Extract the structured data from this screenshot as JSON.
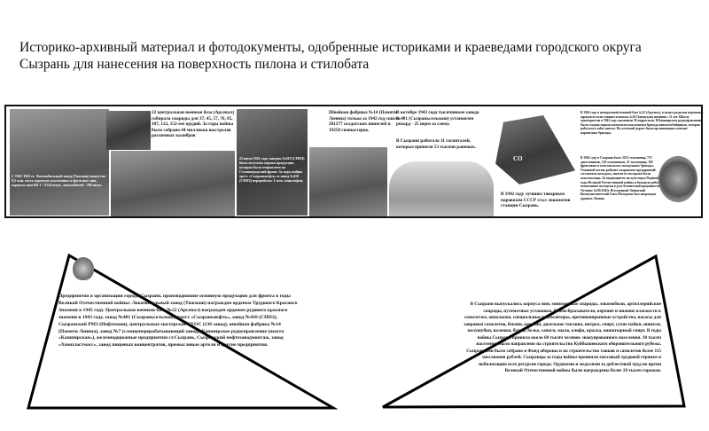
{
  "title": "Историко-архивный материал и фотодокументы, одобренные историками и краеведами городского округа Сызрань для нанесения на поверхность пилона и стилобата",
  "banner": {
    "cap_lokomobil": "С 1941-1945 гг. Локомобильный завод (Тяжмаш) выпустил 9,5 млн. штук корпусов осколочных и фугасных мин, корпусы мин КБ-1 - 8124 штук, локомобилей - 260 штук.",
    "cap_arsenal": "22 центральная военная база (Арсенал) собирала снаряды для 37, 45, 57, 76, 85, 107, 122, 152-мм орудий. За годы войны было собрано 44 миллиона выстрелов различных калибров",
    "cap_zavod418": "22 июля 1941 года заводом №418 (СНПЗ) была получена первая продукция, которая была отправлена на Сталинградский фронт. За годы войны трест «Сызраньнефть» и завод №418 (СНПЗ) переработал 1 млн. тонн нефти.",
    "cap_fabrika14": "Швейная фабрика №14 (Памяти Ленина) только за 1942 год сшила 201277 солдатских шинелей и 19258 гимнастерок.",
    "cap_zavod481": "В октябре 1943 года тысячником завода №481 (Сызраньсельмаш) установлен рекорд - 25 норм за смену.",
    "cap_hospitals": "В Сызрани работало 11 госпиталей, которые приняли 53 тысячи раненых.",
    "locomotive_marking": "СО",
    "cap_locomotive": "В 1942 году лучшим товарным паровозом СССР стал локомотив станции Сызрань.",
    "cap_youth1": "В 1942 году в центральной военной базе №22 (Арсенал), в пункт разделки пороховых зарядов встали учащиеся школы №10 (Заводская) начиная с 11 лет. Школу трактористов в 1942 году закончили 56 подростков. В Кашпирском рудоуправлении была создана первая комсомольская девичья бригада навалоотбойщиков, которая работала в забое шахты. На железной дороге были организованы женские паровозные бригады.",
    "cap_youth2": "В 1945 году в Сызрани было 2223 стахановца, 715 двухсотников, 120 тысячников, 21 тысячница, 192 фронтовых и комсомольско-молодежных бригады. Основной костяк рабочих сызранских предприятий составляла молодежь, многие из молодежи были комсомольцы. За выдающиеся заслуги перед Родиной в годы Великой Отечественной войны и большую работу по воспитанию молодежи в духе беззаветной преданности Отчизне 14.06.1945г. Всесоюзный Ленинский Коммунистический Союз Молодежи был награжден орденом Ленина."
  },
  "left_triangle": {
    "text": "Предприятия и организации города Сызрани, производившие основную продукцию для фронта в годы Великой Отечественной войны: Локомобильный завод (Тяжмаш) награжден орденом Трудового Красного Знамени в 1945 году. Центральная военная база №22 (Арсенал) награжден орденом рудового красного знамени в 1943 году, завод №481 (Сызраньсельмаш), трест «Сызраньнефть», завод №418 (СНПЗ), Сызранский РМЗ (Нефтемаш), центральные мастерские ГУОС (136 завод), швейная фабрика №14 (Памяти Ленина), завод №7 (сланцеперерабатывающий завод), Кашпирское рудоуправление (шахта «Кашпирская»), железнодорожные предприятия ст.Сызрань, Сызранский нефтезаводмонтаж, завод «Химпластмасс», завод пищевых концентратов, промысловые артели и другие предприятия."
  },
  "right_triangle": {
    "text": "В Сызрани выпускались корпуса мин, минометные снаряды, локомобили, артиллерийские снаряды, пулеметные установки, бомбосбрасыватели, верхние и нижние плоскости к самолетам, авиалыжи, специальные вентиляторы, противоипрывные устройства, насосы для заправки самолетов, бензин, керосин, дизельное топливо, нитрол, спирт, сухие пайки, шинели, полушубки, валенки, бурки, белье, сапоги, мыло, олифа, краска, нашатырный спирт. В годы войны Сызрань приняла около 60 тысяч человек эвакуированного населения. 10 тысяч населения было направлено на строительство Куйбышевского оборонительного рубежа. Сызранцами было собрано в Фонд обороны и на строительство танков и самолетов более 115 миллионов рублей. Сызранцы за годы войны проявили массовый трудовой героизм и мобилизацию всех ресурсов города. Орденами и медалями за доблестный труд во время Великой Отечественной войны были награждены более 18 тысяч горожан."
  }
}
